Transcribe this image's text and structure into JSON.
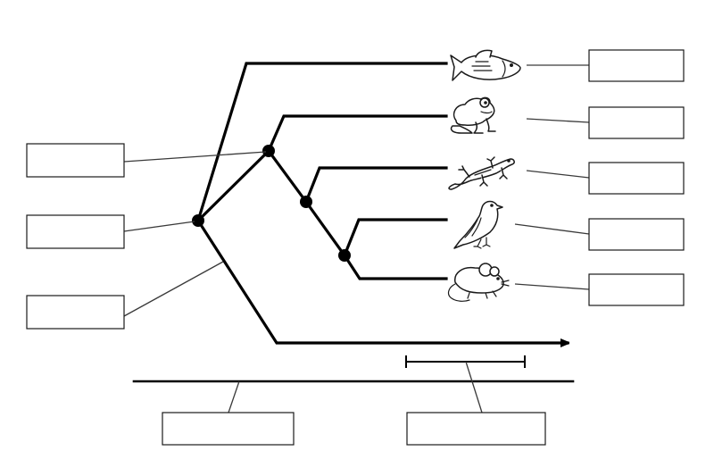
{
  "diagram": {
    "type": "cladogram-worksheet",
    "taxa": [
      {
        "id": "fish",
        "icon": "fish-icon"
      },
      {
        "id": "frog",
        "icon": "frog-icon"
      },
      {
        "id": "lizard",
        "icon": "lizard-icon"
      },
      {
        "id": "bird",
        "icon": "bird-icon"
      },
      {
        "id": "mouse",
        "icon": "mouse-icon"
      }
    ],
    "nodes": [
      "root-node",
      "node-tetrapods",
      "node-amniotes",
      "node-birds-mammals"
    ],
    "label_boxes": {
      "taxa": [
        "",
        "",
        "",
        "",
        ""
      ],
      "left": [
        "",
        "",
        ""
      ],
      "bottom": [
        "",
        ""
      ]
    },
    "colors": {
      "line": "#000000",
      "leader": "#3a3a3a",
      "background": "#ffffff"
    }
  }
}
